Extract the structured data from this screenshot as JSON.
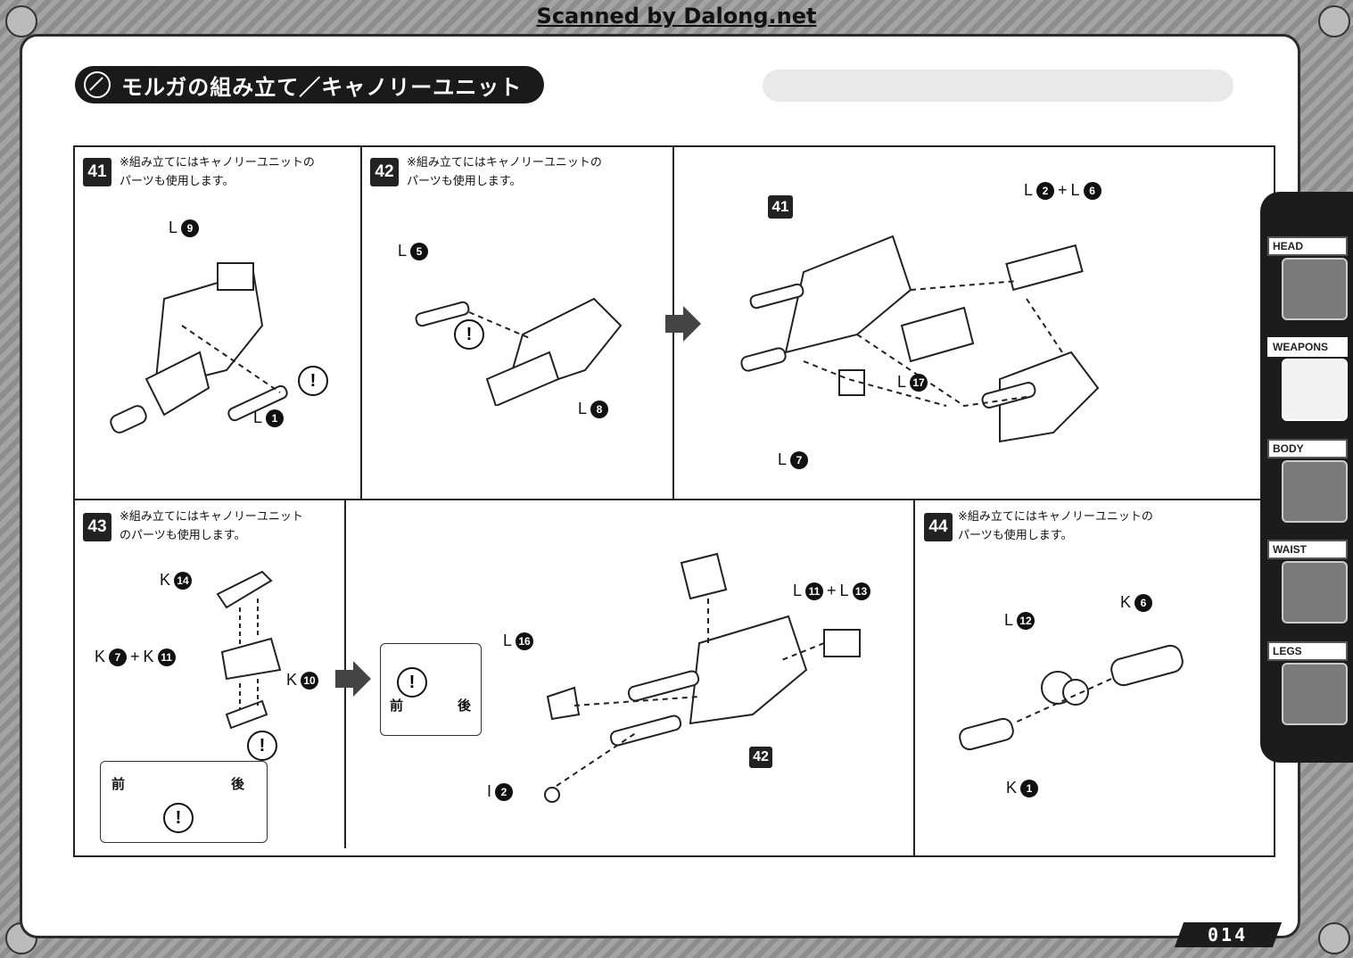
{
  "watermark": "Scanned by Dalong.net",
  "title": "モルガの組み立て／キャノリーユニット",
  "page_number": "014",
  "side_tabs": [
    "HEAD",
    "WEAPONS",
    "BODY",
    "WAIST",
    "LEGS"
  ],
  "active_tab": "WEAPONS",
  "steps": {
    "s41": {
      "num": "41",
      "note": "※組み立てにはキャノリーユニットの\nパーツも使用します。",
      "parts": {
        "a": {
          "letter": "L",
          "n": "9"
        },
        "b": {
          "letter": "L",
          "n": "1"
        }
      }
    },
    "s42": {
      "num": "42",
      "note": "※組み立てにはキャノリーユニットの\nパーツも使用します。",
      "parts": {
        "a": {
          "letter": "L",
          "n": "5"
        },
        "b": {
          "letter": "L",
          "n": "8"
        }
      },
      "ref": "41",
      "parts2": {
        "a_letter": "L",
        "a_n": "2",
        "b_letter": "L",
        "b_n": "6",
        "c": {
          "letter": "L",
          "n": "17"
        },
        "d": {
          "letter": "L",
          "n": "7"
        }
      }
    },
    "s43": {
      "num": "43",
      "note": "※組み立てにはキャノリーユニット\nのパーツも使用します。",
      "parts": {
        "k14": {
          "letter": "K",
          "n": "14"
        },
        "k7": {
          "letter": "K",
          "n": "7"
        },
        "k11": {
          "letter": "K",
          "n": "11"
        },
        "k10": {
          "letter": "K",
          "n": "10"
        },
        "l16": {
          "letter": "L",
          "n": "16"
        },
        "i2": {
          "letter": "I",
          "n": "2"
        },
        "l11": {
          "letter": "L",
          "n": "11"
        },
        "l13": {
          "letter": "L",
          "n": "13"
        }
      },
      "front": "前",
      "back": "後",
      "ref": "42"
    },
    "s44": {
      "num": "44",
      "note": "※組み立てにはキャノリーユニットの\nパーツも使用します。",
      "parts": {
        "l12": {
          "letter": "L",
          "n": "12"
        },
        "k6": {
          "letter": "K",
          "n": "6"
        },
        "k1": {
          "letter": "K",
          "n": "1"
        }
      }
    }
  },
  "plus": "+",
  "warn_symbol": "!"
}
